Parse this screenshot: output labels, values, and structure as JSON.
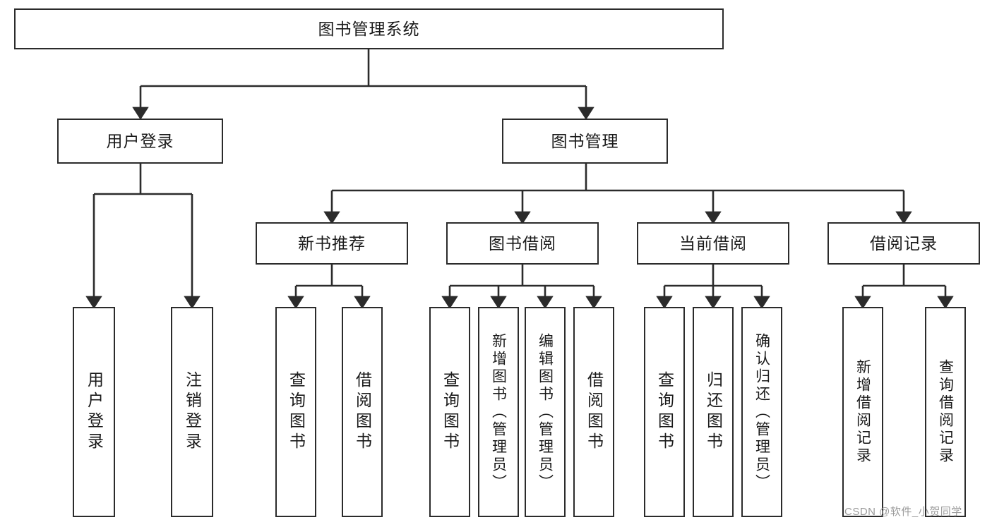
{
  "diagram": {
    "title": "图书管理系统",
    "type": "hierarchy-tree",
    "watermark": "CSDN @软件_小贺同学",
    "colors": {
      "stroke": "#2b2b2b",
      "fill": "#ffffff",
      "text": "#1a1a1a",
      "watermark": "#9b9b9b"
    },
    "root": {
      "label": "图书管理系统"
    },
    "level2": [
      {
        "label": "用户登录"
      },
      {
        "label": "图书管理"
      }
    ],
    "level3": [
      {
        "label": "新书推荐"
      },
      {
        "label": "图书借阅"
      },
      {
        "label": "当前借阅"
      },
      {
        "label": "借阅记录"
      }
    ],
    "leaves": {
      "user_login": [
        {
          "label": "用户登录"
        },
        {
          "label": "注销登录"
        }
      ],
      "new_book": [
        {
          "label": "查询图书"
        },
        {
          "label": "借阅图书"
        }
      ],
      "borrow_book": [
        {
          "label": "查询图书"
        },
        {
          "label": "新增图书（管理员）"
        },
        {
          "label": "编辑图书（管理员）"
        },
        {
          "label": "借阅图书"
        }
      ],
      "current_borrow": [
        {
          "label": "查询图书"
        },
        {
          "label": "归还图书"
        },
        {
          "label": "确认归还（管理员）"
        }
      ],
      "borrow_record": [
        {
          "label": "新增借阅记录"
        },
        {
          "label": "查询借阅记录"
        }
      ]
    }
  }
}
